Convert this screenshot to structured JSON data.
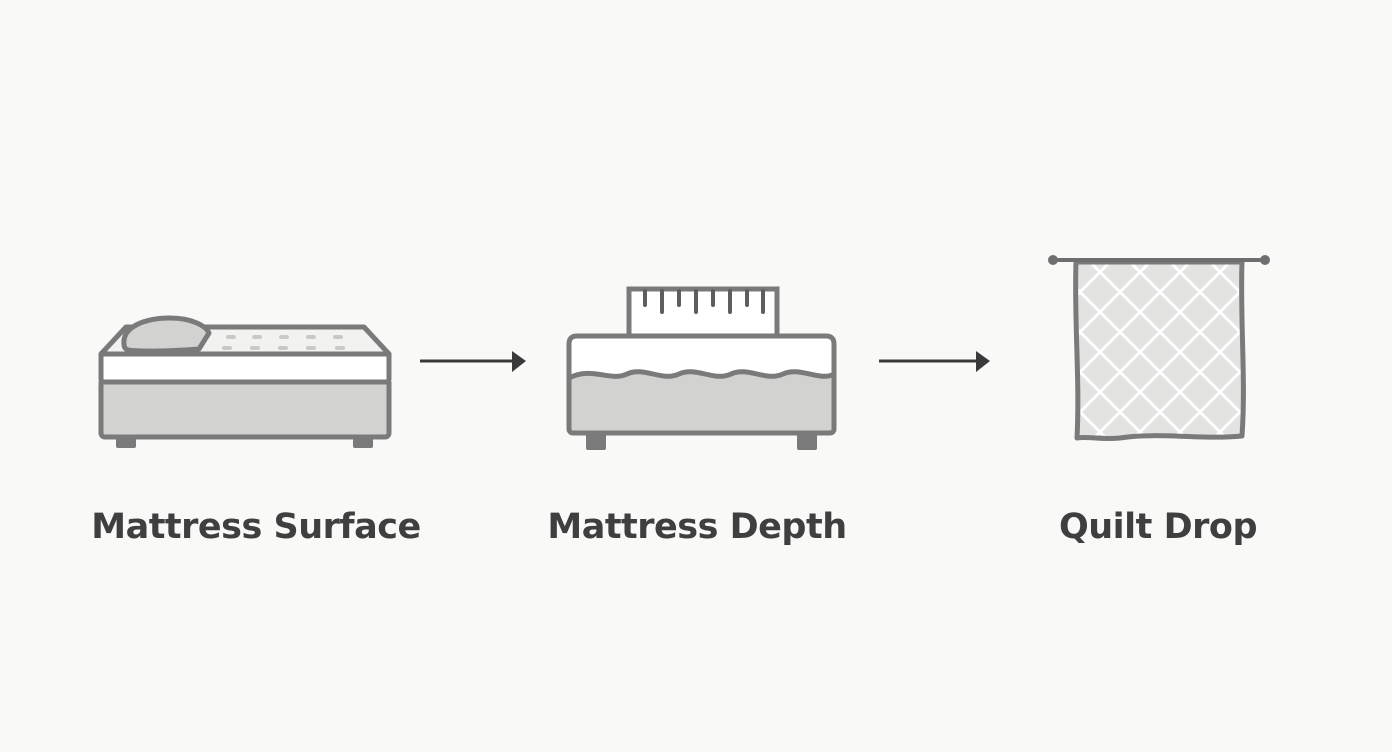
{
  "diagram": {
    "steps": [
      {
        "label": "Mattress Surface",
        "icon": "mattress-surface-icon"
      },
      {
        "label": "Mattress Depth",
        "icon": "mattress-depth-icon"
      },
      {
        "label": "Quilt Drop",
        "icon": "quilt-drop-icon"
      }
    ],
    "colors": {
      "background": "#f9f9f8",
      "stroke": "#7a7a7a",
      "fill_light": "#ffffff",
      "fill_mid": "#d2d2d1",
      "arrow": "#3a3a3a",
      "label": "#3f3f3f"
    }
  }
}
